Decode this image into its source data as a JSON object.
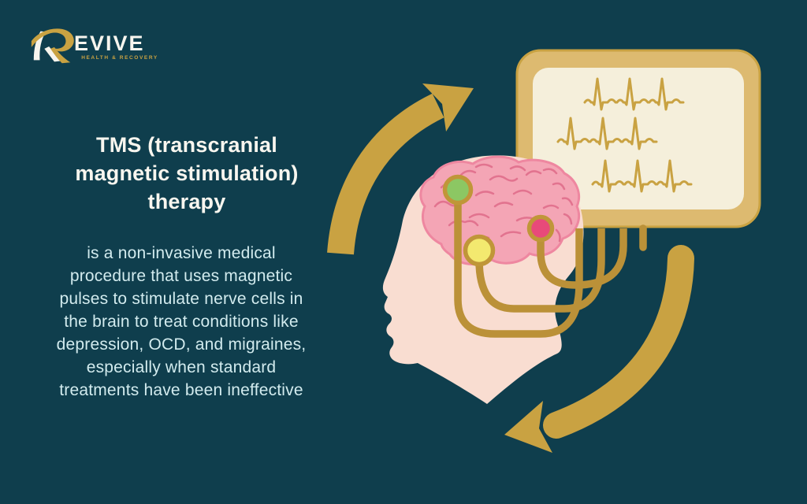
{
  "logo": {
    "brand": "EVIVE",
    "tagline": "HEALTH & RECOVERY"
  },
  "content": {
    "title_lines": [
      "TMS (transcranial",
      "magnetic stimulation)",
      "therapy"
    ],
    "body_lines": [
      "is a non-invasive medical",
      "procedure that uses magnetic",
      "pulses to stimulate nerve cells in",
      "the brain to treat conditions like",
      "depression, OCD, and migraines,",
      "especially when standard",
      "treatments have been ineffective"
    ]
  },
  "illustration": {
    "monitor_icon": "ecg-monitor-icon",
    "head_icon": "head-profile-icon",
    "brain_icon": "brain-icon",
    "electrode_colors": [
      "green",
      "yellow",
      "pink"
    ],
    "arrow_icons": [
      "cycle-arrow-up-icon",
      "cycle-arrow-down-icon"
    ]
  },
  "colors": {
    "background": "#0f3e4d",
    "gold": "#c9a242",
    "wire_gold": "#bb9138",
    "monitor_frame": "#ddba70",
    "monitor_screen": "#f5efdb",
    "skin": "#f9ddd1",
    "brain": "#f4a5b5",
    "brain_lines": "#e2738f",
    "electrode_green": "#8cc763",
    "electrode_yellow": "#f3e96f",
    "electrode_pink": "#e84a7a",
    "title_text": "#f8f6ef",
    "body_text": "#d2ebee"
  }
}
